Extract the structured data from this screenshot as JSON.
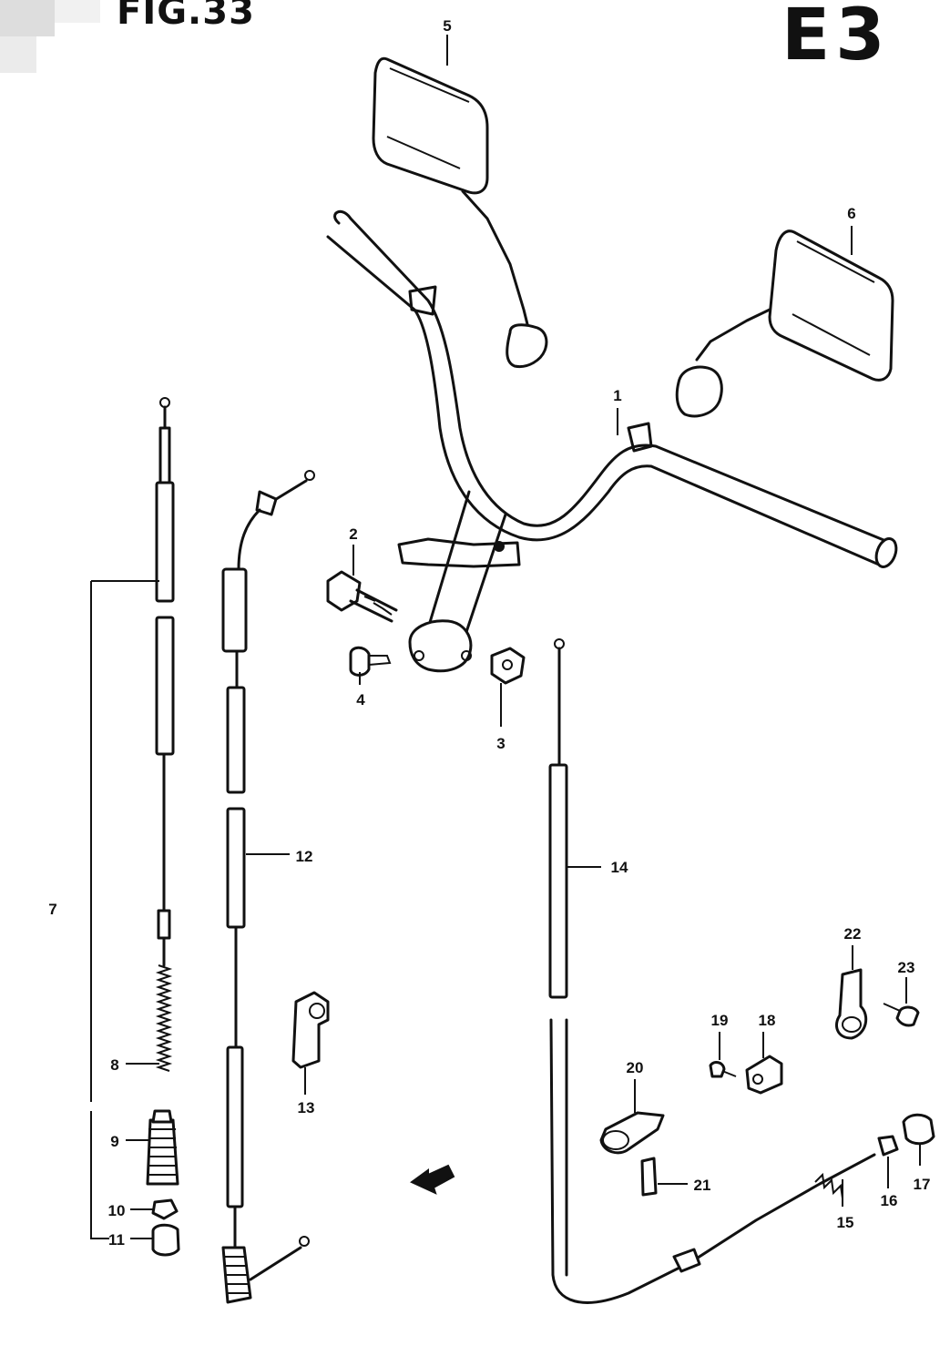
{
  "figure": {
    "label": "FIG.33",
    "region_code": "E3"
  },
  "callouts": [
    {
      "id": "1",
      "text": "1"
    },
    {
      "id": "2",
      "text": "2"
    },
    {
      "id": "3",
      "text": "3"
    },
    {
      "id": "4",
      "text": "4"
    },
    {
      "id": "5",
      "text": "5"
    },
    {
      "id": "6",
      "text": "6"
    },
    {
      "id": "7",
      "text": "7"
    },
    {
      "id": "8",
      "text": "8"
    },
    {
      "id": "9",
      "text": "9"
    },
    {
      "id": "10",
      "text": "10"
    },
    {
      "id": "11",
      "text": "11"
    },
    {
      "id": "12",
      "text": "12"
    },
    {
      "id": "13",
      "text": "13"
    },
    {
      "id": "14",
      "text": "14"
    },
    {
      "id": "15",
      "text": "15"
    },
    {
      "id": "16",
      "text": "16"
    },
    {
      "id": "17",
      "text": "17"
    },
    {
      "id": "18",
      "text": "18"
    },
    {
      "id": "19",
      "text": "19"
    },
    {
      "id": "20",
      "text": "20"
    },
    {
      "id": "21",
      "text": "21"
    },
    {
      "id": "22",
      "text": "22"
    },
    {
      "id": "23",
      "text": "23"
    }
  ]
}
